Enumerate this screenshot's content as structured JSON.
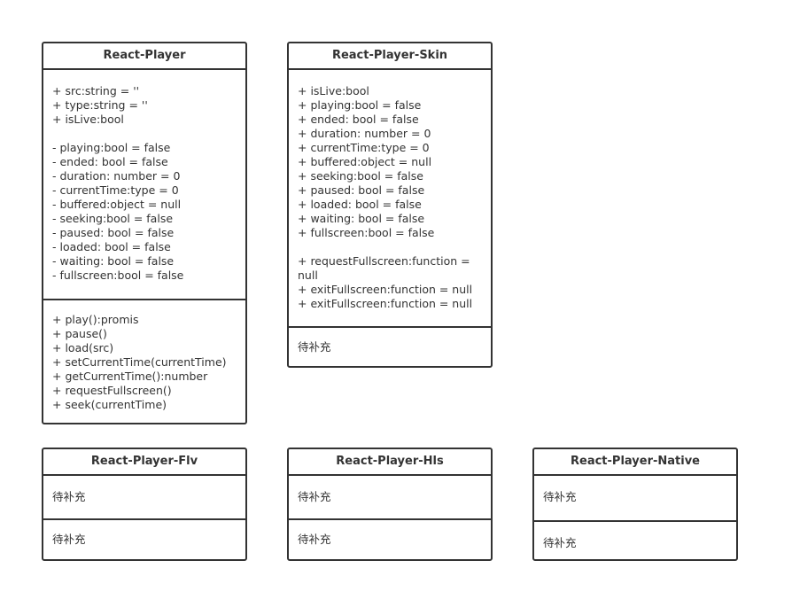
{
  "classes": [
    {
      "id": "react-player",
      "name": "React-Player",
      "attributes": [
        "+ src:string = ''",
        "+ type:string = ''",
        "+ isLive:bool",
        "",
        "- playing:bool = false",
        "- ended: bool = false",
        "- duration: number = 0",
        "- currentTime:type = 0",
        "- buffered:object = null",
        "- seeking:bool = false",
        "- paused: bool = false",
        "- loaded: bool = false",
        "- waiting: bool = false",
        "- fullscreen:bool = false"
      ],
      "methods": [
        "+ play():promis",
        "+ pause()",
        "+ load(src)",
        "+ setCurrentTime(currentTime)",
        "+ getCurrentTime():number",
        "+ requestFullscreen()",
        "+ seek(currentTime)"
      ]
    },
    {
      "id": "react-player-skin",
      "name": "React-Player-Skin",
      "attributes": [
        "+ isLive:bool",
        "+ playing:bool = false",
        "+ ended: bool = false",
        "+ duration: number = 0",
        "+ currentTime:type = 0",
        "+ buffered:object = null",
        "+ seeking:bool = false",
        "+ paused: bool = false",
        "+ loaded: bool = false",
        "+ waiting: bool = false",
        "+ fullscreen:bool = false",
        "",
        "+ requestFullscreen:function =",
        "null",
        "+ exitFullscreen:function = null",
        "+ exitFullscreen:function = null"
      ],
      "methods": [
        "待补充"
      ]
    },
    {
      "id": "react-player-flv",
      "name": "React-Player-Flv",
      "attributes": [
        "待补充"
      ],
      "methods": [
        "待补充"
      ]
    },
    {
      "id": "react-player-hls",
      "name": "React-Player-Hls",
      "attributes": [
        "待补充"
      ],
      "methods": [
        "待补充"
      ]
    },
    {
      "id": "react-player-native",
      "name": "React-Player-Native",
      "attributes": [
        "待补充"
      ],
      "methods": [
        "待补充"
      ]
    }
  ]
}
